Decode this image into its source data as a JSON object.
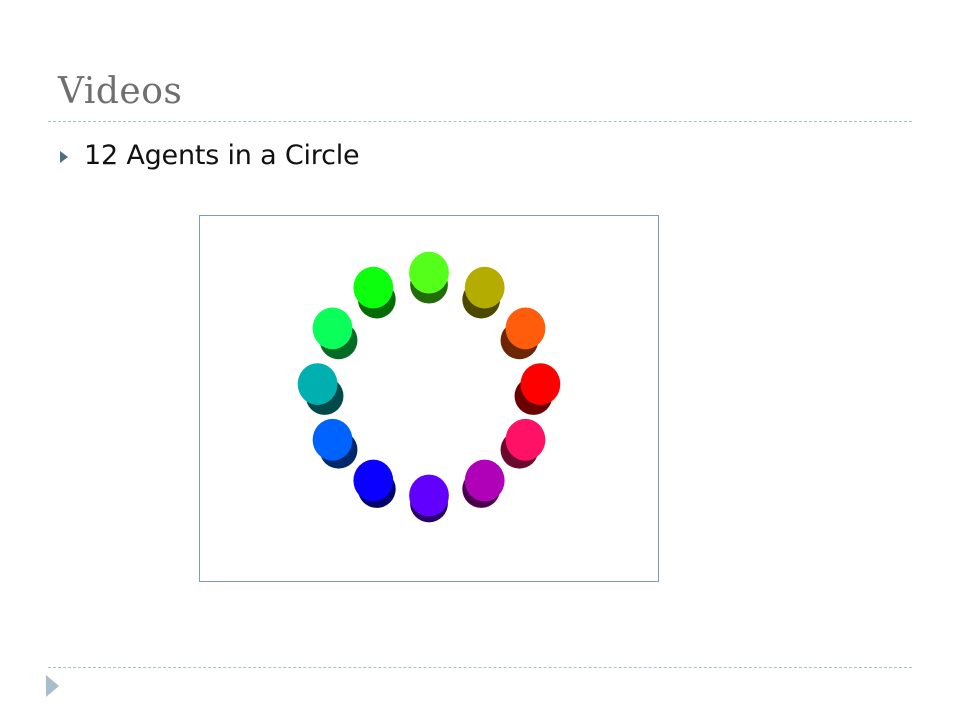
{
  "slide": {
    "title": "Videos",
    "bullet": "12 Agents in a Circle"
  },
  "icons": {
    "bullet": "triangle-bullet-icon",
    "nav": "triangle-nav-icon"
  },
  "colors": {
    "title": "#6f6f6f",
    "rule": "#a9bfc9",
    "bullet_icon": "#4a6f82",
    "frame_border": "#7f9db0"
  },
  "video": {
    "agents": [
      {
        "name": "agent-1",
        "color": "#54ff1a"
      },
      {
        "name": "agent-2",
        "color": "#b4ac00"
      },
      {
        "name": "agent-3",
        "color": "#ff5c0c"
      },
      {
        "name": "agent-4",
        "color": "#ff0000"
      },
      {
        "name": "agent-5",
        "color": "#ff1266"
      },
      {
        "name": "agent-6",
        "color": "#b000b8"
      },
      {
        "name": "agent-7",
        "color": "#6200ff"
      },
      {
        "name": "agent-8",
        "color": "#0a00ff"
      },
      {
        "name": "agent-9",
        "color": "#0062ff"
      },
      {
        "name": "agent-10",
        "color": "#00b0b0"
      },
      {
        "name": "agent-11",
        "color": "#0aff5a"
      },
      {
        "name": "agent-12",
        "color": "#0cff0c"
      }
    ]
  }
}
